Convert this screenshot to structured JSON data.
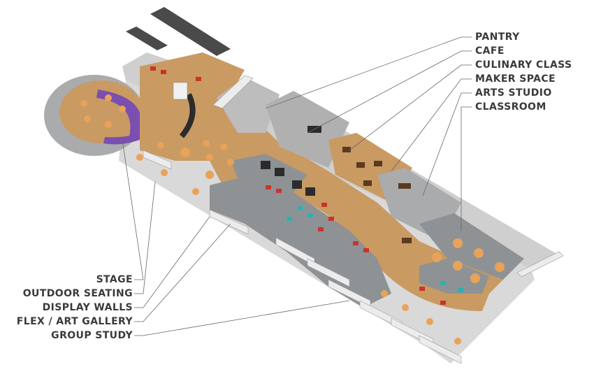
{
  "labels_right": [
    "PANTRY",
    "CAFE",
    "CULINARY CLASS",
    "MAKER SPACE",
    "ARTS STUDIO",
    "CLASSROOM"
  ],
  "labels_left": [
    "STAGE",
    "OUTDOOR SEATING",
    "DISPLAY WALLS",
    "FLEX / ART GALLERY",
    "GROUP STUDY"
  ],
  "colors": {
    "floor_wood": "#c99a62",
    "floor_carpet": "#8f9294",
    "outdoor": "#a9abad",
    "wall": "#e4e4e4",
    "wall_shadow": "#bdbdbd",
    "table": "#e8a25a",
    "chair_red": "#c8342b",
    "chair_teal": "#2ab3b0",
    "stage_purple": "#7a4fb0",
    "leader": "#666666",
    "label_text": "#3a3a3a"
  }
}
